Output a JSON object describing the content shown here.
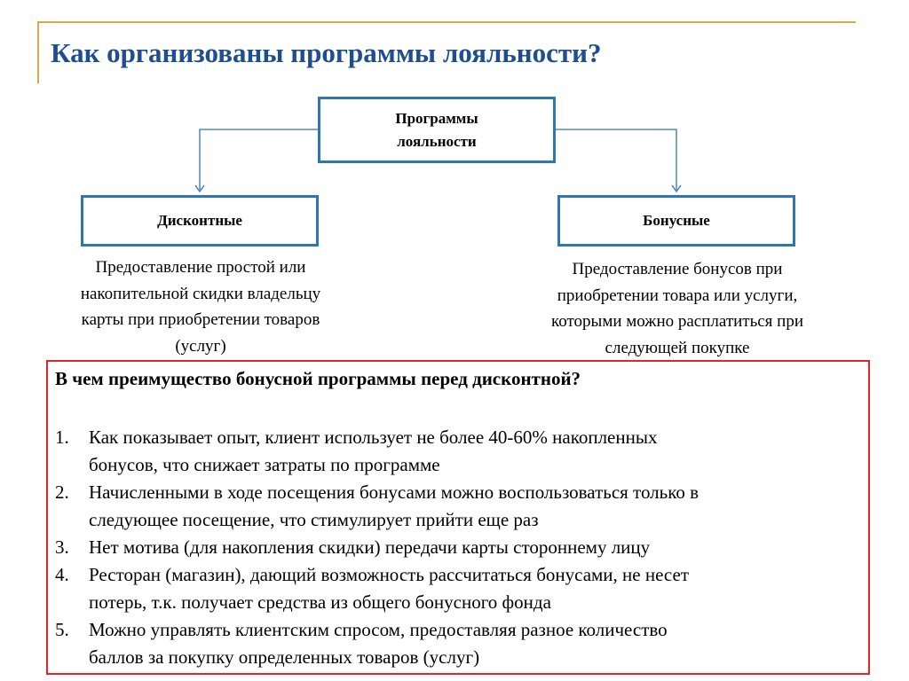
{
  "slide": {
    "title": "Как организованы программы лояльности?"
  },
  "diagram": {
    "root": {
      "line1": "Программы",
      "line2": "лояльности"
    },
    "left_box": {
      "label": "Дисконтные",
      "description": [
        "Предоставление простой или",
        "накопительной скидки владельцу",
        "карты при приобретении товаров",
        "(услуг)"
      ]
    },
    "right_box": {
      "label": "Бонусные",
      "description": [
        "Предоставление бонусов при",
        "приобретении товара или услуги,",
        "которыми можно расплатиться при",
        "следующей покупке"
      ]
    }
  },
  "advantages": {
    "heading": "В чем преимущество бонусной программы перед дисконтной?",
    "items": [
      {
        "number": "1.",
        "line1": "Как показывает опыт, клиент использует не более 40-60% накопленных",
        "line2": "бонусов, что снижает затраты по программе"
      },
      {
        "number": "2.",
        "line1": "Начисленными в ходе посещения бонусами можно воспользоваться только в",
        "line2": "следующее посещение, что стимулирует прийти еще раз"
      },
      {
        "number": "3.",
        "line1": "Нет мотива (для накопления скидки) передачи карты стороннему лицу",
        "line2": ""
      },
      {
        "number": "4.",
        "line1": "Ресторан (магазин), дающий возможность рассчитаться бонусами, не несет",
        "line2": "потерь, т.к. получает средства из общего бонусного фонда"
      },
      {
        "number": "5.",
        "line1": "Можно управлять клиентским спросом, предоставляя разное количество",
        "line2": "баллов за покупку определенных товаров (услуг)"
      }
    ]
  },
  "colors": {
    "title": "#1f4e8c",
    "box_border": "#2e75b6",
    "connector": "#2e75b6",
    "accent_frame": "#d9a84a",
    "highlight_border": "#e0262a"
  }
}
